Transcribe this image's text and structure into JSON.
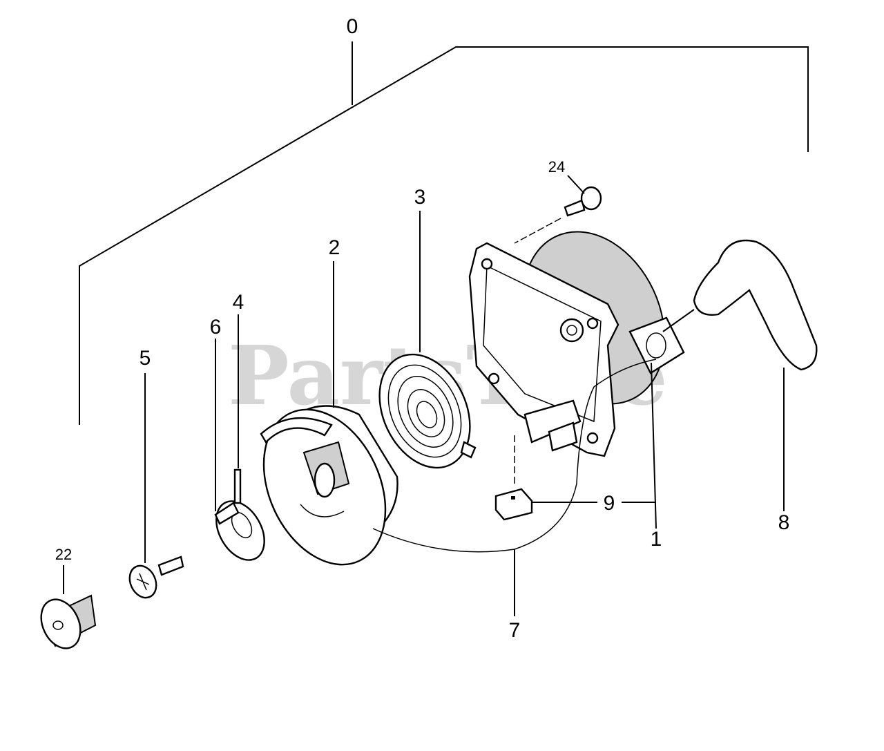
{
  "watermark": "PartsTree",
  "labels": {
    "p0": "0",
    "p1": "1",
    "p2": "2",
    "p3": "3",
    "p4": "4",
    "p5": "5",
    "p6": "6",
    "p7": "7",
    "p8": "8",
    "p9": "9",
    "p22": "22",
    "p24": "24"
  }
}
